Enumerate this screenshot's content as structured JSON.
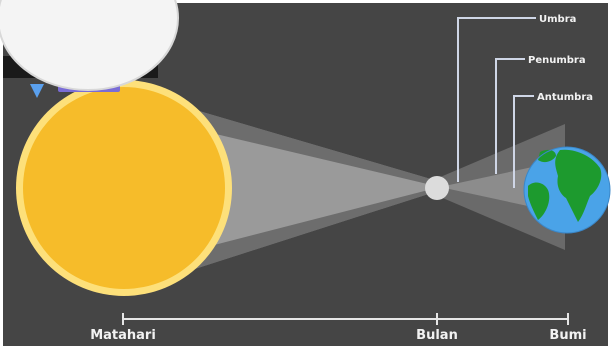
{
  "diagram": {
    "labels": {
      "umbra": "Umbra",
      "penumbra": "Penumbra",
      "antumbra": "Antumbra"
    },
    "scale_bar": {
      "sun": "Matahari",
      "moon": "Bulan",
      "earth": "Bumi"
    },
    "colors": {
      "background": "#454545",
      "sun": "#f6bc2a",
      "sun_glow": "#fde07a",
      "moon": "#dcdcdc",
      "ocean": "#4aa3e8",
      "land": "#1d9a2e",
      "shadow_light": "#8a8a8a",
      "shadow_dark": "#a3a3a3",
      "pointer_line": "#cfd6e6"
    }
  }
}
